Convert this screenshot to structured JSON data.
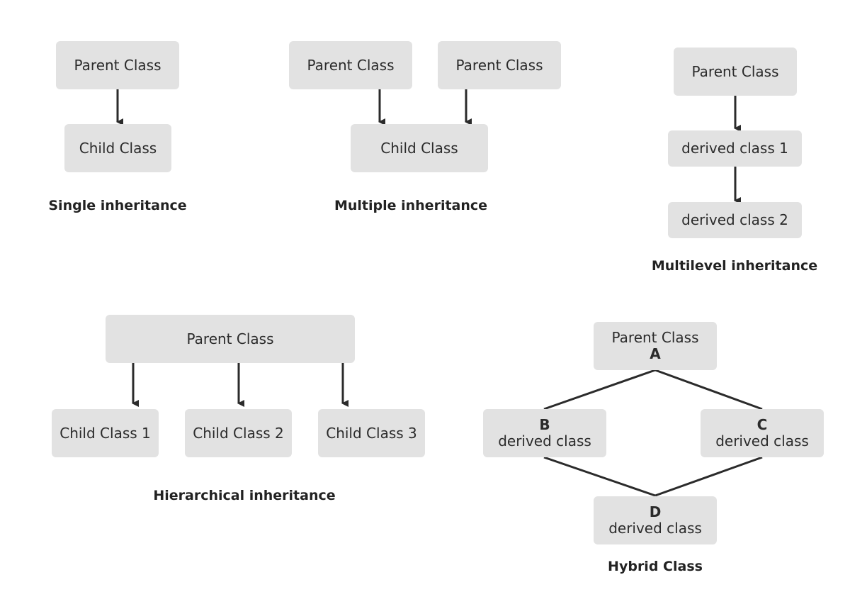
{
  "single": {
    "parent": "Parent Class",
    "child": "Child Class",
    "caption": "Single inheritance"
  },
  "multiple": {
    "parent1": "Parent Class",
    "parent2": "Parent Class",
    "child": "Child Class",
    "caption": "Multiple inheritance"
  },
  "multilevel": {
    "parent": "Parent Class",
    "derived1": "derived class 1",
    "derived2": "derived class 2",
    "caption": "Multilevel inheritance"
  },
  "hierarchical": {
    "parent": "Parent Class",
    "child1": "Child Class 1",
    "child2": "Child Class 2",
    "child3": "Child Class 3",
    "caption": "Hierarchical inheritance"
  },
  "hybrid": {
    "a": {
      "label": "Parent Class",
      "letter": "A"
    },
    "b": {
      "letter": "B",
      "label": "derived class"
    },
    "c": {
      "letter": "C",
      "label": "derived class"
    },
    "d": {
      "letter": "D",
      "label": "derived class"
    },
    "caption": "Hybrid Class"
  },
  "colors": {
    "box": "#e2e2e2",
    "arrow": "#2b2b2b",
    "text": "#2b2b2b"
  }
}
